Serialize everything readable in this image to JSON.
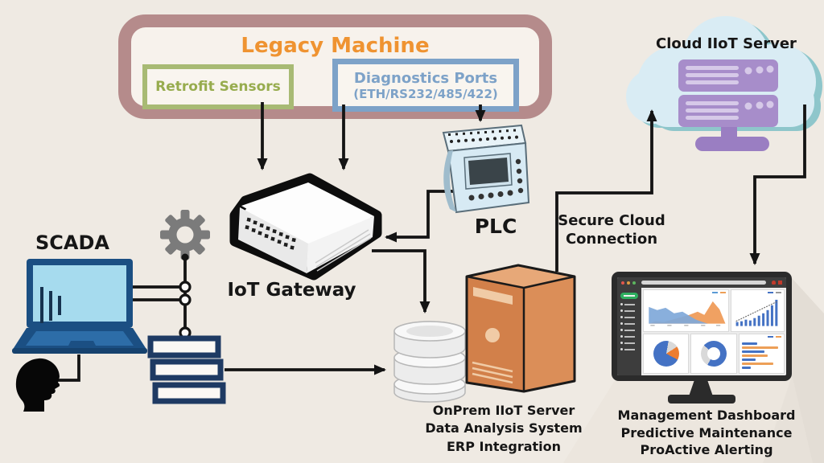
{
  "legacy_machine": {
    "title": "Legacy Machine",
    "retrofit_sensors": "Retrofit Sensors",
    "diagnostics_ports": "Diagnostics Ports",
    "diagnostics_ports_sub": "(ETH/RS232/485/422)"
  },
  "nodes": {
    "scada": "SCADA",
    "iot_gateway": "IoT Gateway",
    "plc": "PLC",
    "cloud_server": "Cloud IIoT Server",
    "secure_cloud_line1": "Secure Cloud",
    "secure_cloud_line2": "Connection",
    "onprem_lines": [
      "OnPrem IIoT Server",
      "Data Analysis System",
      "ERP Integration"
    ],
    "dashboard_lines": [
      "Management Dashboard",
      "Predictive Maintenance",
      "ProActive Alerting"
    ]
  },
  "colors": {
    "background": "#efeae3",
    "legacy_border": "#b58b8b",
    "legacy_title_orange": "#ef9331",
    "retrofit_green": "#97ac4e",
    "diagnostics_blue": "#7da2c8",
    "arrow_black": "#141414",
    "laptop_navy": "#1b4f83",
    "laptop_screen_blue": "#a6dbee",
    "stack_navy": "#1e3a63",
    "onprem_orange": "#d2804a",
    "cloud_rack_purple": "#a78dca",
    "cloud_blue": "#d9ecf4",
    "cloud_teal_shadow": "#8ec6cb",
    "dashboard_green": "#2eaf5f",
    "chart_blue": "#4472c4",
    "chart_orange": "#ed7d31"
  }
}
